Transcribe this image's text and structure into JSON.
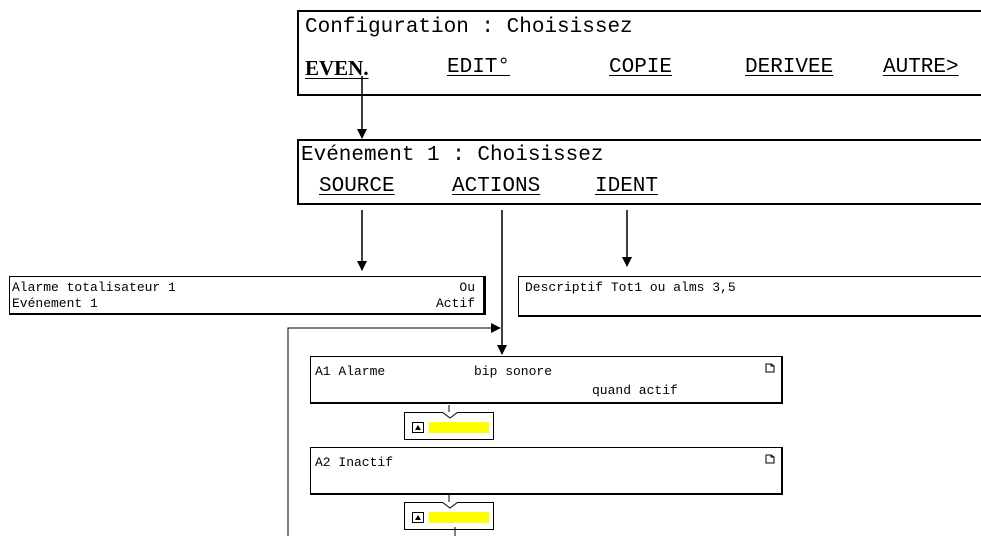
{
  "config_screen": {
    "title": "Configuration : Choisissez",
    "menu": [
      "EVEN.",
      "EDIT°",
      "COPIE",
      "DERIVEE",
      "AUTRE>"
    ]
  },
  "event_screen": {
    "title": "Evénement 1 : Choisissez",
    "menu": [
      "SOURCE",
      "ACTIONS",
      "IDENT"
    ]
  },
  "source_box": {
    "row1_left": "Alarme totalisateur 1",
    "row1_right": "Ou",
    "row2_left": "Evénement 1",
    "row2_right": "Actif"
  },
  "ident_box": {
    "text": "Descriptif Tot1 ou alms 3,5"
  },
  "action_a1": {
    "label": "A1 Alarme",
    "value": "bip sonore",
    "value2": "quand actif"
  },
  "action_a2": {
    "label": "A2 Inactif"
  },
  "colors": {
    "highlight": "#ffff00",
    "line": "#000000"
  },
  "icons": [
    "page-corner-icon",
    "alarm-bell-icon"
  ]
}
